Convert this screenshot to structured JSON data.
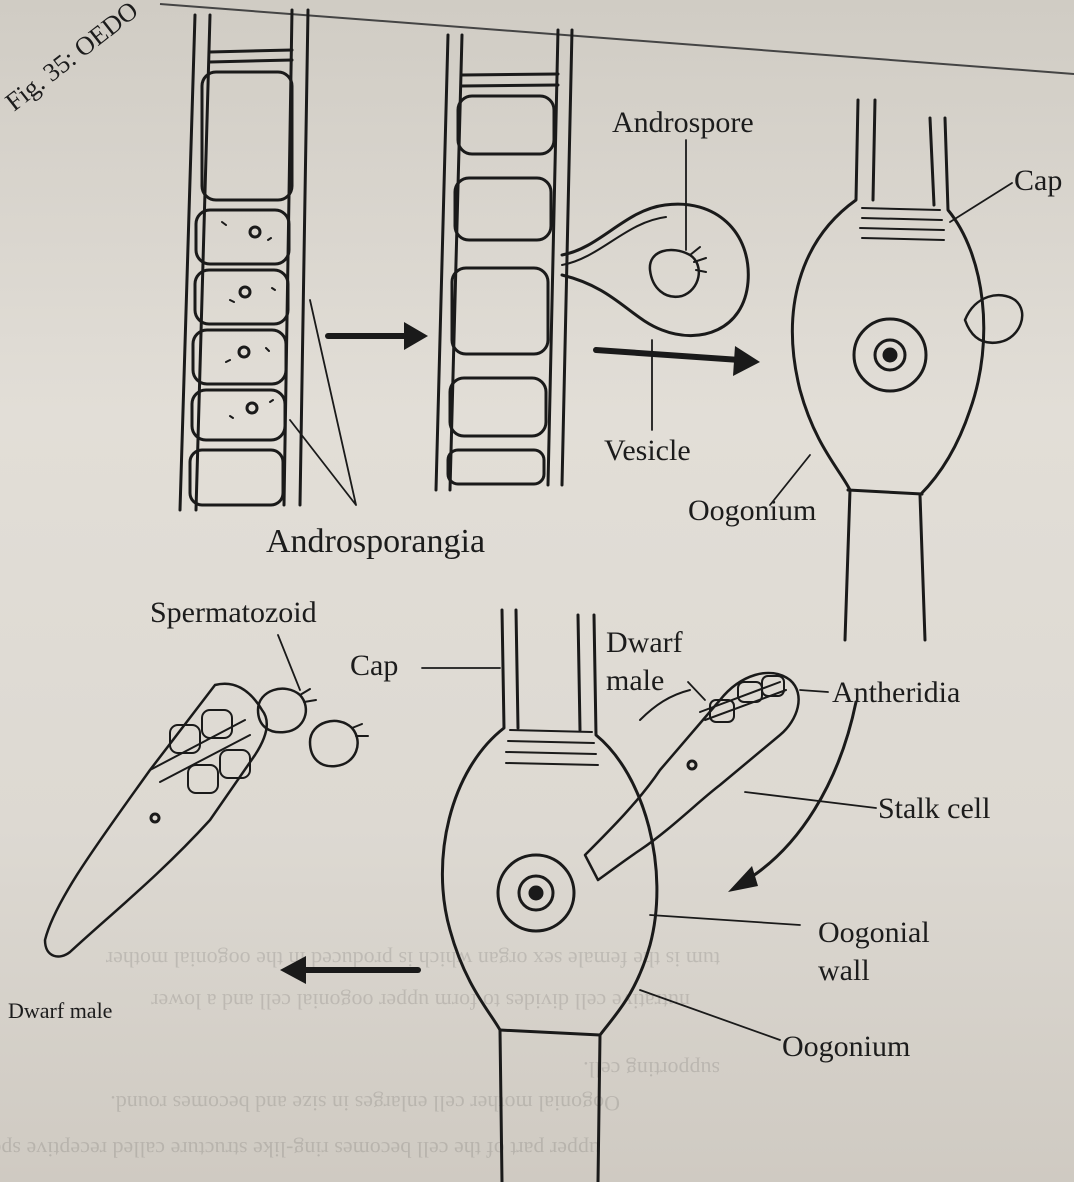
{
  "header": {
    "running_head": "Fig. 35: OEDO"
  },
  "labels": {
    "androsporangia": "Androsporangia",
    "androspore": "Androspore",
    "vesicle": "Vesicle",
    "cap_top": "Cap",
    "oogonium_top": "Oogonium",
    "spermatozoid": "Spermatozoid",
    "cap_bottom": "Cap",
    "dwarf_male_line1": "Dwarf",
    "dwarf_male_line2": "male",
    "antheridia": "Antheridia",
    "stalk_cell": "Stalk cell",
    "oogonial_wall_line1": "Oogonial",
    "oogonial_wall_line2": "wall",
    "oogonium_bottom": "Oogonium",
    "dwarf_male_left": "Dwarf male"
  },
  "show_through_text": [
    "tum is the female sex organ which is produced in the oogonial mother",
    "nutrative cell divides to form upper oogonial cell and a lower",
    "supporting cell.",
    "Oogonial mother cell enlarges in size and becomes round.",
    "upper part of the cell becomes ring-like structure called receptive spot"
  ]
}
